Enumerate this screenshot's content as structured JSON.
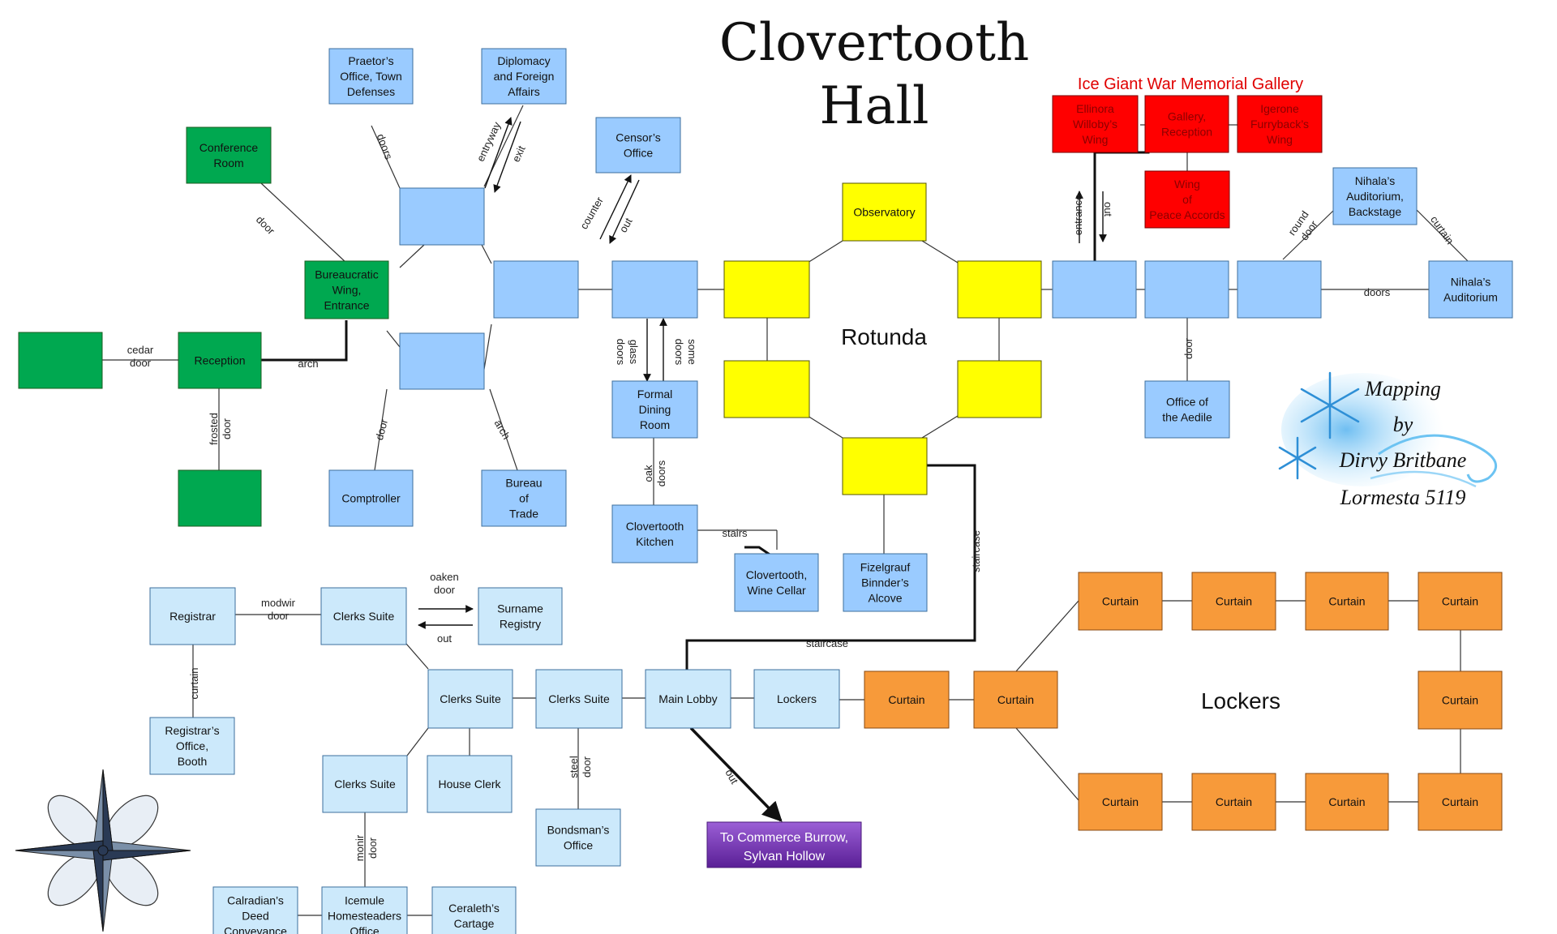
{
  "title": {
    "line1": "Clovertooth",
    "line2": "Hall"
  },
  "colors": {
    "green": "#00a850",
    "blue": "#9acbff",
    "lightblue": "#cce9fb",
    "yellow": "#ffff00",
    "red": "#ff0000",
    "orange": "#f79a3a",
    "purple": "#7b3fb5",
    "line": "#333333"
  },
  "section_labels": {
    "rotunda": "Rotunda",
    "lockers": "Lockers",
    "memorial": "Ice Giant War Memorial Gallery"
  },
  "credit": {
    "line1": "Mapping",
    "line2": "by",
    "line3": "Dirvy Britbane",
    "line4": "Lormesta 5119"
  },
  "exit": {
    "line1": "To Commerce Burrow,",
    "line2": "Sylvan Hollow"
  },
  "rooms": [
    {
      "id": "green-unnamed-left",
      "color": "green",
      "lines": []
    },
    {
      "id": "reception",
      "color": "green",
      "lines": [
        "Reception"
      ]
    },
    {
      "id": "green-unnamed-bottom",
      "color": "green",
      "lines": []
    },
    {
      "id": "conference-room",
      "color": "green",
      "lines": [
        "Conference",
        "Room"
      ]
    },
    {
      "id": "bureaucratic-wing",
      "color": "green",
      "lines": [
        "Bureaucratic",
        "Wing,",
        "Entrance"
      ]
    },
    {
      "id": "praetors-office",
      "color": "blue",
      "lines": [
        "Praetor’s",
        "Office, Town",
        "Defenses"
      ]
    },
    {
      "id": "diplomacy",
      "color": "blue",
      "lines": [
        "Diplomacy",
        "and Foreign",
        "Affairs"
      ]
    },
    {
      "id": "censors-office",
      "color": "blue",
      "lines": [
        "Censor’s",
        "Office"
      ]
    },
    {
      "id": "oct-top",
      "color": "blue",
      "lines": []
    },
    {
      "id": "oct-right",
      "color": "blue",
      "lines": []
    },
    {
      "id": "oct-bottom",
      "color": "blue",
      "lines": []
    },
    {
      "id": "corridor-mid",
      "color": "blue",
      "lines": []
    },
    {
      "id": "comptroller",
      "color": "blue",
      "lines": [
        "Comptroller"
      ]
    },
    {
      "id": "bureau-of-trade",
      "color": "blue",
      "lines": [
        "Bureau",
        "of",
        "Trade"
      ]
    },
    {
      "id": "formal-dining",
      "color": "blue",
      "lines": [
        "Formal",
        "Dining",
        "Room"
      ]
    },
    {
      "id": "clovertooth-kitchen",
      "color": "blue",
      "lines": [
        "Clovertooth",
        "Kitchen"
      ]
    },
    {
      "id": "wine-cellar",
      "color": "blue",
      "lines": [
        "Clovertooth,",
        "Wine Cellar"
      ]
    },
    {
      "id": "fizelgrauf-alcove",
      "color": "blue",
      "lines": [
        "Fizelgrauf",
        "Binnder’s",
        "Alcove"
      ]
    },
    {
      "id": "observatory",
      "color": "yellow",
      "lines": [
        "Observatory"
      ]
    },
    {
      "id": "rot-tl",
      "color": "yellow",
      "lines": []
    },
    {
      "id": "rot-tr",
      "color": "yellow",
      "lines": []
    },
    {
      "id": "rot-bl",
      "color": "yellow",
      "lines": []
    },
    {
      "id": "rot-br",
      "color": "yellow",
      "lines": []
    },
    {
      "id": "rot-bottom",
      "color": "yellow",
      "lines": []
    },
    {
      "id": "east-1",
      "color": "blue",
      "lines": []
    },
    {
      "id": "east-2",
      "color": "blue",
      "lines": []
    },
    {
      "id": "east-3",
      "color": "blue",
      "lines": []
    },
    {
      "id": "office-aedile",
      "color": "blue",
      "lines": [
        "Office of",
        "the Aedile"
      ]
    },
    {
      "id": "nihala-backstage",
      "color": "blue",
      "lines": [
        "Nihala’s",
        "Auditorium,",
        "Backstage"
      ]
    },
    {
      "id": "nihala-auditorium",
      "color": "blue",
      "lines": [
        "Nihala’s",
        "Auditorium"
      ]
    },
    {
      "id": "ellinora-wing",
      "color": "red",
      "lines": [
        "Ellinora",
        "Willoby’s",
        "Wing"
      ]
    },
    {
      "id": "gallery-reception",
      "color": "red",
      "lines": [
        "Gallery,",
        "Reception"
      ]
    },
    {
      "id": "igerone-wing",
      "color": "red",
      "lines": [
        "Igerone",
        "Furryback’s",
        "Wing"
      ]
    },
    {
      "id": "peace-accords",
      "color": "red",
      "lines": [
        "Wing",
        "of",
        "Peace Accords"
      ]
    },
    {
      "id": "registrar",
      "color": "lightblue",
      "lines": [
        "Registrar"
      ]
    },
    {
      "id": "registrars-office",
      "color": "lightblue",
      "lines": [
        "Registrar’s",
        "Office,",
        "Booth"
      ]
    },
    {
      "id": "clerks-suite-1",
      "color": "lightblue",
      "lines": [
        "Clerks Suite"
      ]
    },
    {
      "id": "surname-registry",
      "color": "lightblue",
      "lines": [
        "Surname",
        "Registry"
      ]
    },
    {
      "id": "clerks-suite-2",
      "color": "lightblue",
      "lines": [
        "Clerks Suite"
      ]
    },
    {
      "id": "clerks-suite-3",
      "color": "lightblue",
      "lines": [
        "Clerks Suite"
      ]
    },
    {
      "id": "clerks-suite-4",
      "color": "lightblue",
      "lines": [
        "Clerks Suite"
      ]
    },
    {
      "id": "house-clerk",
      "color": "lightblue",
      "lines": [
        "House Clerk"
      ]
    },
    {
      "id": "main-lobby",
      "color": "lightblue",
      "lines": [
        "Main Lobby"
      ]
    },
    {
      "id": "lockers-room",
      "color": "lightblue",
      "lines": [
        "Lockers"
      ]
    },
    {
      "id": "bondsmans-office",
      "color": "lightblue",
      "lines": [
        "Bondsman’s",
        "Office"
      ]
    },
    {
      "id": "calradians-deed",
      "color": "lightblue",
      "lines": [
        "Calradian’s",
        "Deed",
        "Conveyance"
      ]
    },
    {
      "id": "icemule-homesteaders",
      "color": "lightblue",
      "lines": [
        "Icemule",
        "Homesteaders",
        "Office"
      ]
    },
    {
      "id": "ceraleths-cartage",
      "color": "lightblue",
      "lines": [
        "Ceraleth’s",
        "Cartage"
      ]
    },
    {
      "id": "curtain-a",
      "color": "orange",
      "lines": [
        "Curtain"
      ]
    },
    {
      "id": "curtain-b",
      "color": "orange",
      "lines": [
        "Curtain"
      ]
    },
    {
      "id": "curtain-top-1",
      "color": "orange",
      "lines": [
        "Curtain"
      ]
    },
    {
      "id": "curtain-top-2",
      "color": "orange",
      "lines": [
        "Curtain"
      ]
    },
    {
      "id": "curtain-top-3",
      "color": "orange",
      "lines": [
        "Curtain"
      ]
    },
    {
      "id": "curtain-top-4",
      "color": "orange",
      "lines": [
        "Curtain"
      ]
    },
    {
      "id": "curtain-mid-right",
      "color": "orange",
      "lines": [
        "Curtain"
      ]
    },
    {
      "id": "curtain-bot-1",
      "color": "orange",
      "lines": [
        "Curtain"
      ]
    },
    {
      "id": "curtain-bot-2",
      "color": "orange",
      "lines": [
        "Curtain"
      ]
    },
    {
      "id": "curtain-bot-3",
      "color": "orange",
      "lines": [
        "Curtain"
      ]
    },
    {
      "id": "curtain-bot-4",
      "color": "orange",
      "lines": [
        "Curtain"
      ]
    }
  ],
  "labels": [
    {
      "id": "cedar-door",
      "lines": [
        "cedar",
        "door"
      ]
    },
    {
      "id": "arch-reception",
      "lines": [
        "arch"
      ]
    },
    {
      "id": "frosted-door",
      "lines": [
        "frosted",
        "door"
      ]
    },
    {
      "id": "door-conference",
      "lines": [
        "door"
      ]
    },
    {
      "id": "doors-praetor",
      "lines": [
        "doors"
      ]
    },
    {
      "id": "entryway",
      "lines": [
        "entryway"
      ]
    },
    {
      "id": "exit-diplomacy",
      "lines": [
        "exit"
      ]
    },
    {
      "id": "counter",
      "lines": [
        "counter"
      ]
    },
    {
      "id": "out-censor",
      "lines": [
        "out"
      ]
    },
    {
      "id": "door-comptroller",
      "lines": [
        "door"
      ]
    },
    {
      "id": "arch-trade",
      "lines": [
        "arch"
      ]
    },
    {
      "id": "glass-doors",
      "lines": [
        "glass",
        "doors"
      ]
    },
    {
      "id": "some-doors",
      "lines": [
        "some",
        "doors"
      ]
    },
    {
      "id": "oak-doors",
      "lines": [
        "oak",
        "doors"
      ]
    },
    {
      "id": "stairs",
      "lines": [
        "stairs"
      ]
    },
    {
      "id": "staircase-v",
      "lines": [
        "staircase"
      ]
    },
    {
      "id": "staircase-h",
      "lines": [
        "staircase"
      ]
    },
    {
      "id": "entrance-gallery",
      "lines": [
        "entrance"
      ]
    },
    {
      "id": "out-gallery",
      "lines": [
        "out"
      ]
    },
    {
      "id": "round-door",
      "lines": [
        "round",
        "door"
      ]
    },
    {
      "id": "curtain-backstage",
      "lines": [
        "curtain"
      ]
    },
    {
      "id": "doors-auditorium",
      "lines": [
        "doors"
      ]
    },
    {
      "id": "door-aedile",
      "lines": [
        "door"
      ]
    },
    {
      "id": "modwir-door",
      "lines": [
        "modwir",
        "door"
      ]
    },
    {
      "id": "oaken-door",
      "lines": [
        "oaken",
        "door"
      ]
    },
    {
      "id": "out-surname",
      "lines": [
        "out"
      ]
    },
    {
      "id": "curtain-registrar",
      "lines": [
        "curtain"
      ]
    },
    {
      "id": "steel-door",
      "lines": [
        "steel",
        "door"
      ]
    },
    {
      "id": "out-lobby",
      "lines": [
        "out"
      ]
    },
    {
      "id": "monir-door",
      "lines": [
        "monir",
        "door"
      ]
    }
  ]
}
